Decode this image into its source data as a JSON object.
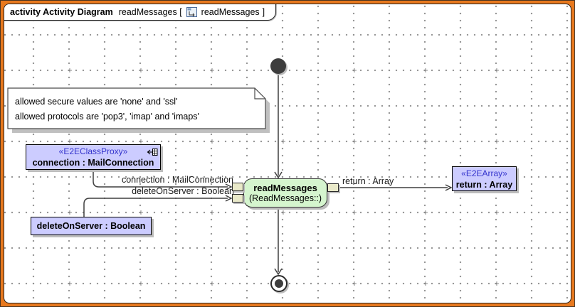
{
  "header": {
    "bold_label": "activity Activity Diagram",
    "context_text": "readMessages [",
    "icon": "activity-diagram-icon",
    "diagram_name": "readMessages",
    "bracket_close": "]"
  },
  "note": {
    "line1": "allowed secure values are 'none' and 'ssl'",
    "line2": "allowed protocols are 'pop3', 'imap' and 'imaps'"
  },
  "nodes": {
    "connection_param": {
      "stereotype": "«E2EClassProxy»",
      "label": "connection : MailConnection",
      "icon": "proxy-link-icon"
    },
    "delete_param": {
      "label": "deleteOnServer : Boolean"
    },
    "action": {
      "name": "readMessages",
      "qualifier": "(ReadMessages::)"
    },
    "return_param": {
      "stereotype": "«E2EArray»",
      "label": "return : Array"
    }
  },
  "edge_labels": {
    "connection": "connection : MailConnection",
    "delete": "deleteOnServer : Boolean",
    "return": "return : Array"
  },
  "colors": {
    "frame": "#E8791E",
    "object_fill": "#CCCCFF",
    "action_fill": "#D5F5CE",
    "pin_fill": "#E9E9C9",
    "stereotype_text": "#3333CC",
    "edge": "#3F3F3F",
    "grid_dot": "#8F8F8F",
    "shadow": "#BDBDBD"
  }
}
